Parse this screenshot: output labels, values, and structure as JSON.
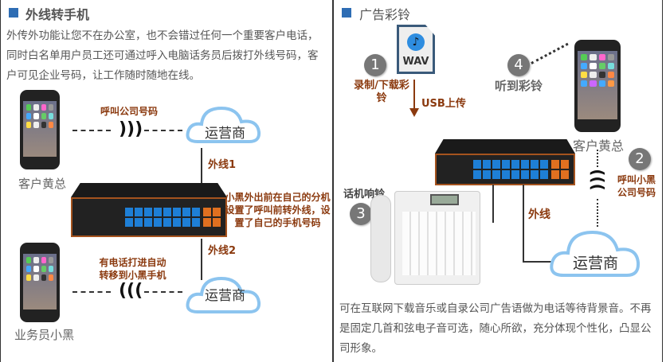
{
  "left": {
    "title": "外线转手机",
    "description": "外传外功能让您不在办公室，也不会错过任何一个重要客户电话，同时白名单用户员工还可通过呼入电脑话务员后拨打外线号码，客户可见企业号码，让工作随时随地在线。",
    "customer_label": "客户黄总",
    "call_label": "呼叫公司号码",
    "carrier_1": "运营商",
    "carrier_2": "运营商",
    "line_1": "外线1",
    "line_2": "外线2",
    "forward_note": "小黑外出前在自己的分机设置了呼叫前转外线，设置了自己的手机号码",
    "auto_transfer_note": "有电话打进自动转移到小黑手机",
    "salesman_label": "业务员小黑"
  },
  "right": {
    "title": "广告彩铃",
    "file_type": "WAV",
    "step_1": "1",
    "step_1_label": "录制/下载彩铃",
    "usb_label": "USB上传",
    "step_4": "4",
    "step_4_label": "听到彩铃",
    "customer_label": "客户黄总",
    "step_2": "2",
    "step_2_label": "呼叫小黑公司号码",
    "step_3": "3",
    "step_3_label": "话机响铃",
    "line_label": "外线",
    "carrier": "运营商",
    "description": "可在互联网下载音乐或自录公司广告语做为电话等待背景音。不再是固定几首和弦电子音可选，随心所欲，充分体现个性化，凸显公司形象。"
  },
  "colors": {
    "accent": "#2e6db4",
    "label_brown": "#8b3a0f",
    "port_blue": "#1e7fd6",
    "port_orange": "#e07020"
  }
}
